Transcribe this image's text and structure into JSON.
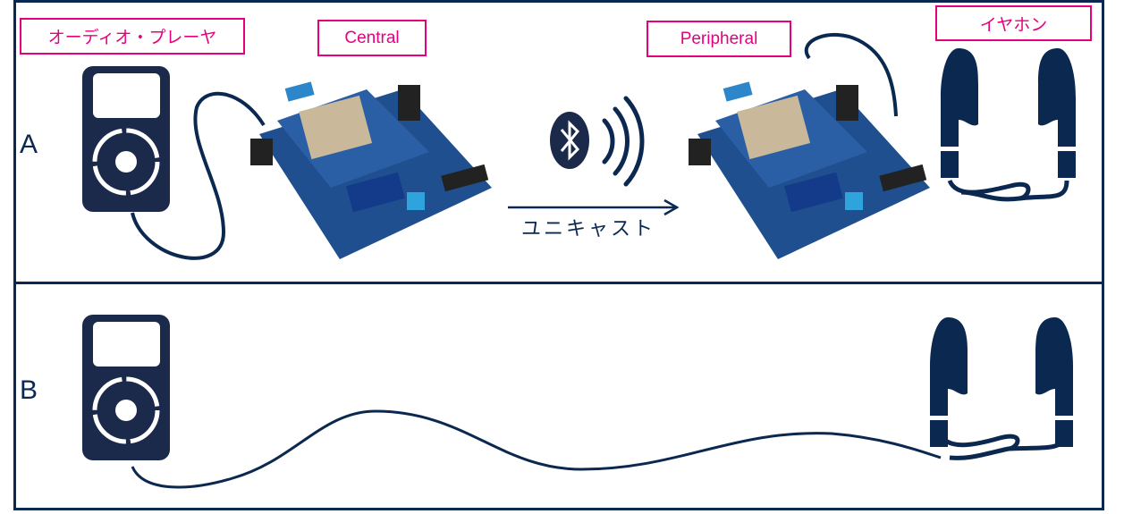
{
  "colors": {
    "border": "#0b2850",
    "icon": "#1b2a4a",
    "label": "#e6007e",
    "board": "#1f4f8f"
  },
  "panel_a": {
    "letter": "A",
    "labels": {
      "audio_player": "オーディオ・プレーヤ",
      "central": "Central",
      "peripheral": "Peripheral",
      "earphones": "イヤホン"
    },
    "link_caption": "ユニキャスト",
    "icons": [
      "audio-player-icon",
      "central-board",
      "bluetooth-icon",
      "wireless-waves-icon",
      "peripheral-board",
      "earphones-icon"
    ]
  },
  "panel_b": {
    "letter": "B",
    "icons": [
      "audio-player-icon",
      "earphones-icon"
    ]
  }
}
